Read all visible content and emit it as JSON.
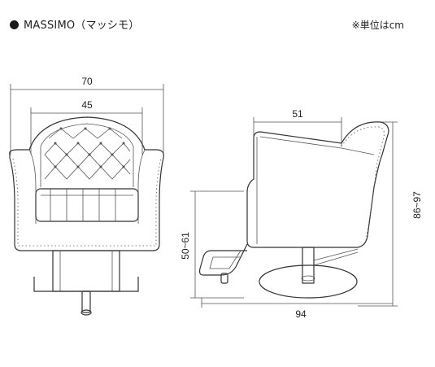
{
  "header": {
    "title": "MASSIMO（マッシモ）",
    "unit_note": "※単位はcm"
  },
  "dimensions": {
    "front_total_width": "70",
    "front_seat_width": "45",
    "side_seat_depth": "51",
    "side_total_height": "86~97",
    "side_seat_height": "50~61",
    "side_total_depth": "94"
  }
}
